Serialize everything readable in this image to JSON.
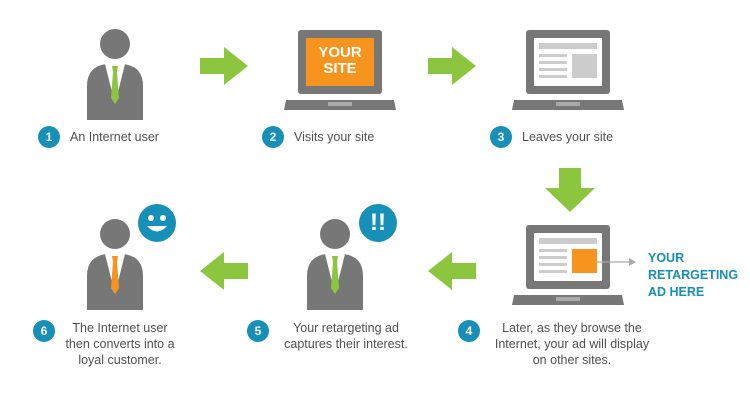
{
  "steps": [
    {
      "number": "1",
      "label": "An Internet user"
    },
    {
      "number": "2",
      "label": "Visits your site"
    },
    {
      "number": "3",
      "label": "Leaves your site"
    },
    {
      "number": "4",
      "label_lines": [
        "Later, as they browse the",
        "Internet, your ad will display",
        "on other sites."
      ]
    },
    {
      "number": "5",
      "label_lines": [
        "Your retargeting ad",
        "captures their interest."
      ]
    },
    {
      "number": "6",
      "label_lines": [
        "The Internet user",
        "then converts into a",
        "loyal customer."
      ]
    }
  ],
  "site_screen": {
    "lines": [
      "YOUR",
      "SITE"
    ]
  },
  "ad_callout": {
    "lines": [
      "YOUR",
      "RETARGETING",
      "AD HERE"
    ]
  },
  "interest_bubble": {
    "text": "!!"
  },
  "icons": {
    "user": "businessman-icon",
    "laptop": "laptop-icon",
    "arrow": "arrow-icon",
    "smiley": "smiley-face-icon"
  },
  "colors": {
    "arrow_green": "#8cc63f",
    "figure_gray": "#777777",
    "accent_orange": "#f7941d",
    "badge_blue": "#1690b8",
    "text_gray": "#505050"
  }
}
